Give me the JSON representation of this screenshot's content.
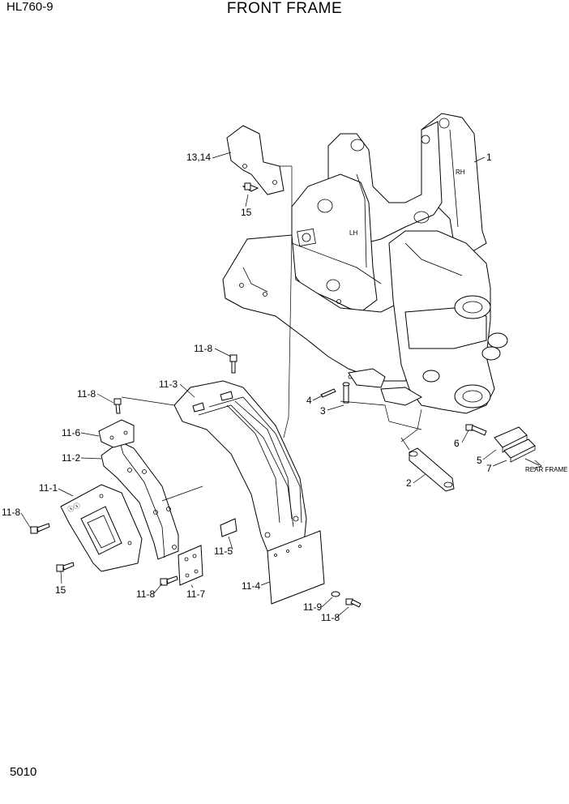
{
  "header": {
    "model": "HL760-9",
    "title": "FRONT FRAME"
  },
  "footer": {
    "page_number": "5010"
  },
  "callouts": {
    "c1": "1",
    "c2": "2",
    "c3": "3",
    "c4": "4",
    "c5": "5",
    "c6": "6",
    "c7": "7",
    "c13_14": "13,14",
    "c15a": "15",
    "c15b": "15",
    "c11_1": "11-1",
    "c11_2": "11-2",
    "c11_3": "11-3",
    "c11_4": "11-4",
    "c11_5": "11-5",
    "c11_6": "11-6",
    "c11_7": "11-7",
    "c11_8a": "11-8",
    "c11_8b": "11-8",
    "c11_8c": "11-8",
    "c11_8d": "11-8",
    "c11_8e": "11-8",
    "c11_9": "11-9"
  },
  "notes": {
    "rear_frame": "REAR FRAME",
    "rh": "RH",
    "lh": "LH"
  }
}
